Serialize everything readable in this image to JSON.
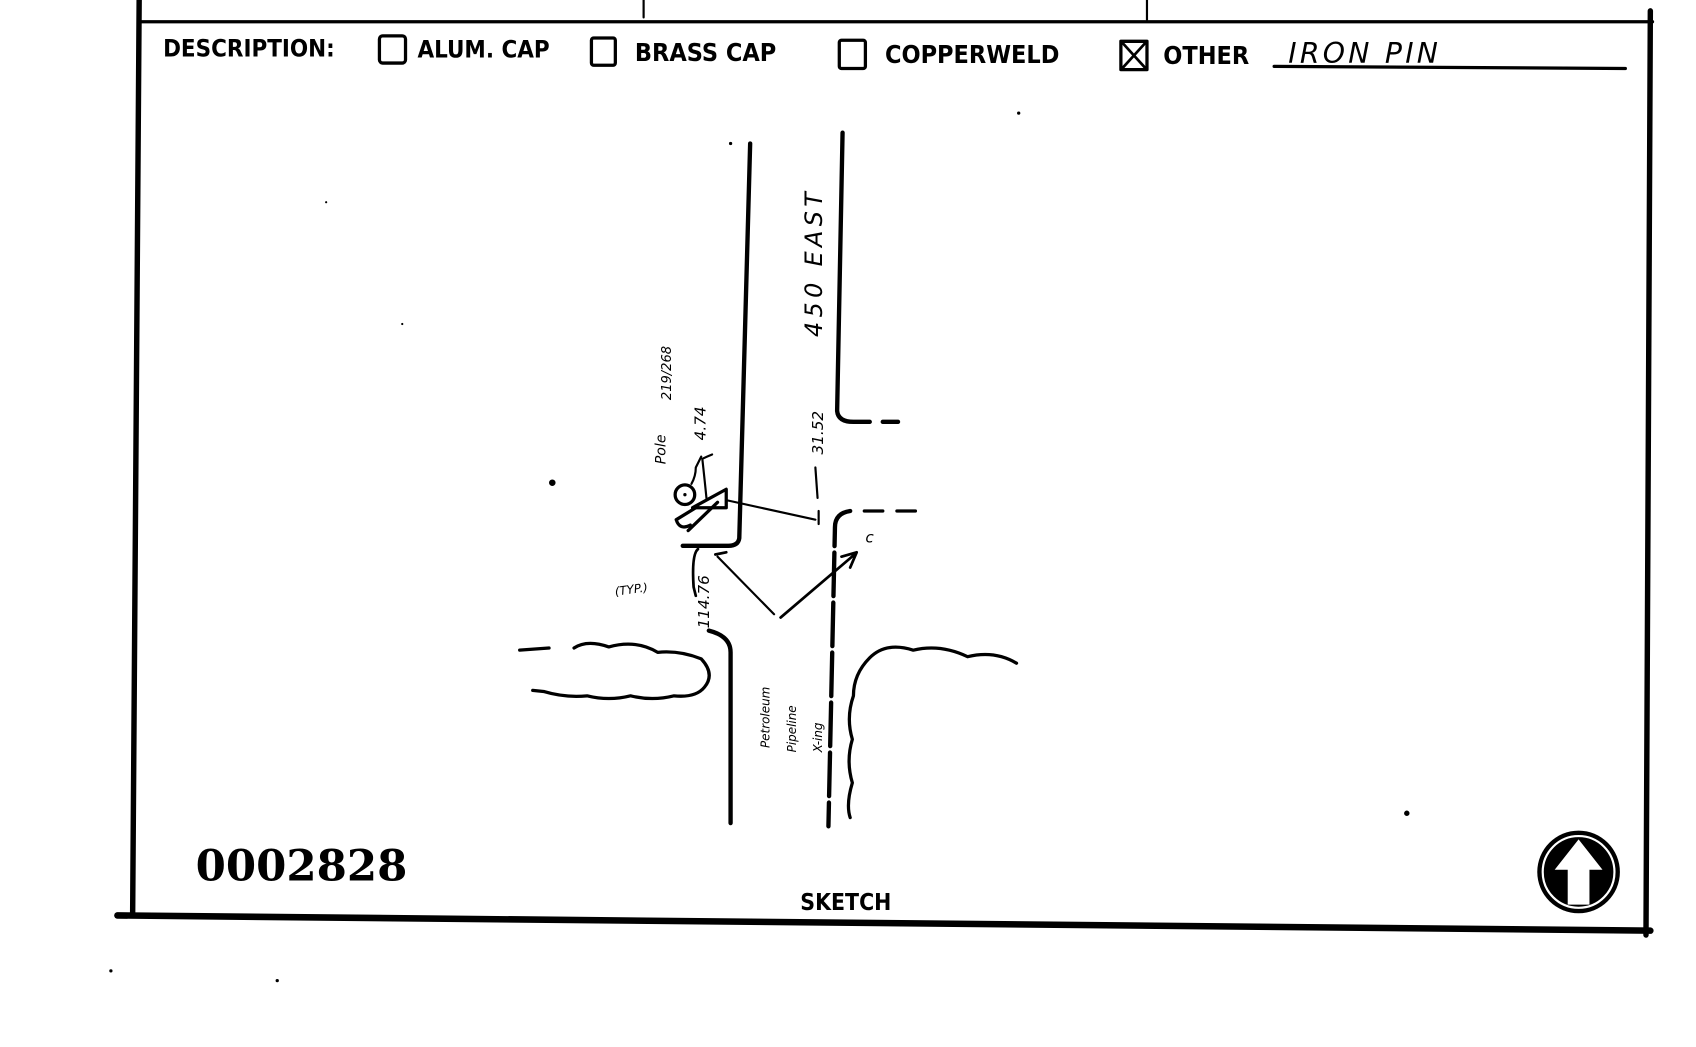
{
  "form": {
    "description_label": "DESCRIPTION:",
    "options": [
      {
        "label": "ALUM. CAP",
        "checked": false
      },
      {
        "label": "BRASS CAP",
        "checked": false
      },
      {
        "label": "COPPERWELD",
        "checked": false
      },
      {
        "label": "OTHER",
        "checked": true
      }
    ],
    "other_value": "IRON PIN",
    "record_number": "0002828",
    "section_label": "SKETCH"
  },
  "sketch": {
    "road_label": "450 EAST",
    "pole_label": "Pole",
    "pole_number": "219/268",
    "dim_pole": "4.74",
    "dim_road": "31.52",
    "dim_bottom": "114.76",
    "note_left": "(TYP.)",
    "pipeline_label": [
      "Petroleum",
      "Pipeline",
      "X-ing"
    ]
  },
  "icons": {
    "north_arrow": "north-arrow-icon"
  }
}
